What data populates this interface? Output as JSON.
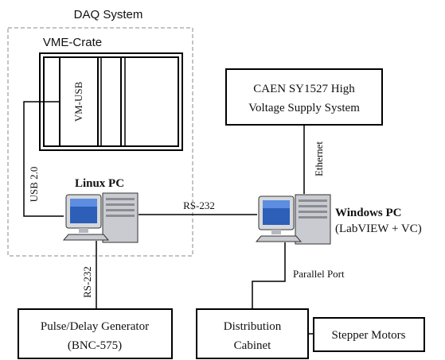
{
  "daq": {
    "title": "DAQ System",
    "crate_label": "VME-Crate",
    "module_label": "VM-USB"
  },
  "hv": {
    "line1": "CAEN SY1527 High",
    "line2": "Voltage Supply System"
  },
  "links": {
    "usb": "USB 2.0",
    "rs232_pcs": "RS-232",
    "ethernet": "Ethernet",
    "rs232_pulse": "RS-232",
    "parallel": "Parallel Port"
  },
  "linux_pc": {
    "label": "Linux PC"
  },
  "windows_pc": {
    "label": "Windows PC",
    "sub": "(LabVIEW + VC)"
  },
  "pulse_gen": {
    "line1": "Pulse/Delay Generator",
    "line2": "(BNC-575)"
  },
  "dist": {
    "line1": "Distribution",
    "line2": "Cabinet"
  },
  "stepper": {
    "label": "Stepper Motors"
  }
}
